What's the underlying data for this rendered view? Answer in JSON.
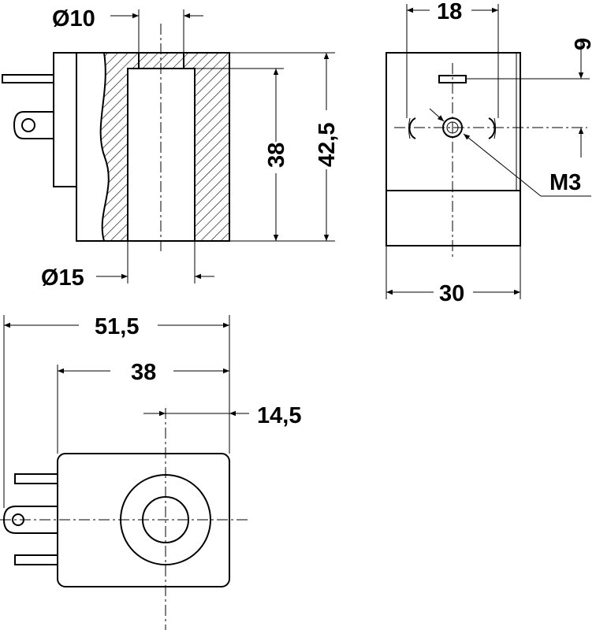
{
  "drawing": {
    "dimensions": {
      "inner_diameter": "Ø10",
      "outer_diameter": "Ø15",
      "inner_length": "38",
      "total_height": "42,5",
      "connector_pin_spacing": "18",
      "screw_offset": "9",
      "screw_thread": "M3",
      "width": "30",
      "total_length": "51,5",
      "body_length": "38",
      "axis_offset": "14,5"
    }
  }
}
